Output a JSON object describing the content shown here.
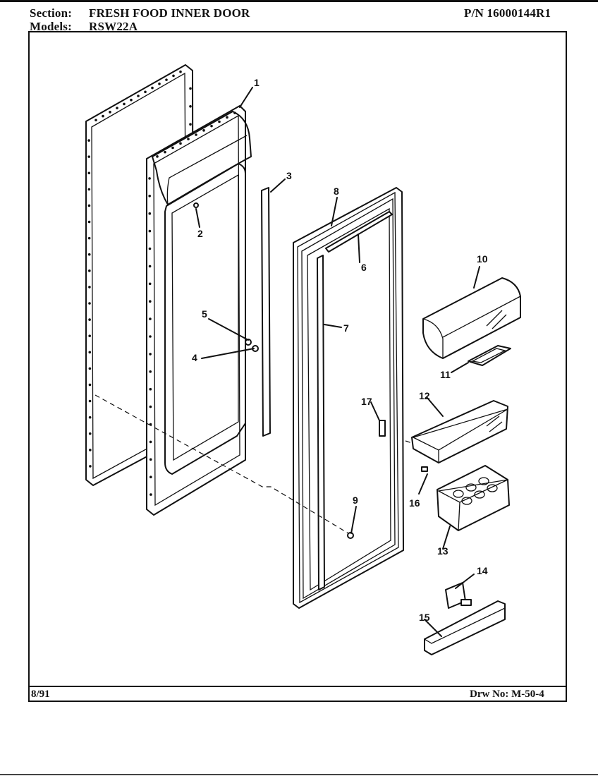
{
  "header": {
    "section_label": "Section:",
    "section_value": "FRESH FOOD INNER DOOR",
    "models_label": "Models:",
    "models_value": "RSW22A",
    "part_number": "P/N 16000144R1"
  },
  "footer": {
    "date": "8/91",
    "drawing_number": "Drw No: M-50-4"
  },
  "callouts": [
    "1",
    "2",
    "3",
    "4",
    "5",
    "6",
    "7",
    "8",
    "9",
    "10",
    "11",
    "12",
    "13",
    "14",
    "15",
    "16",
    "17"
  ]
}
